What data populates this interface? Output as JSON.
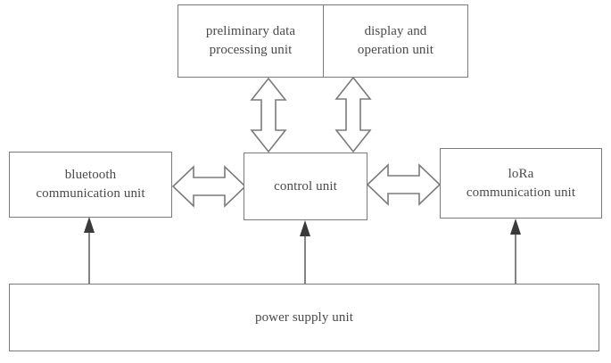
{
  "diagram": {
    "title": "system architecture block diagram",
    "type": "block-diagram",
    "background_color": "#ffffff",
    "stroke_color": "#7b7b7b",
    "text_color": "#4a4a4a",
    "arrow_fill_solid": "#3a3a3a",
    "arrow_fill_hollow": "#ffffff"
  },
  "blocks": {
    "preliminary_data_processing_unit": {
      "label": "preliminary data\nprocessing unit"
    },
    "display_and_operation_unit": {
      "label": "display and\noperation unit"
    },
    "bluetooth_communication_unit": {
      "label": "bluetooth\ncommunication unit"
    },
    "control_unit": {
      "label": "control unit"
    },
    "lora_communication_unit": {
      "label": "loRa\ncommunication unit"
    },
    "power_supply_unit": {
      "label": "power supply unit"
    }
  },
  "connectors": [
    {
      "name": "bluetooth-control-bidirectional-arrow",
      "style": "hollow-double-headed",
      "orientation": "horizontal",
      "from": "bluetooth_communication_unit",
      "to": "control_unit"
    },
    {
      "name": "control-lora-bidirectional-arrow",
      "style": "hollow-double-headed",
      "orientation": "horizontal",
      "from": "control_unit",
      "to": "lora_communication_unit"
    },
    {
      "name": "control-preliminary-bidirectional-arrow",
      "style": "hollow-double-headed",
      "orientation": "vertical",
      "from": "control_unit",
      "to": "preliminary_data_processing_unit"
    },
    {
      "name": "control-display-bidirectional-arrow",
      "style": "hollow-double-headed",
      "orientation": "vertical",
      "from": "control_unit",
      "to": "display_and_operation_unit"
    },
    {
      "name": "power-bluetooth-arrow",
      "style": "solid-single-headed",
      "orientation": "vertical-up",
      "from": "power_supply_unit",
      "to": "bluetooth_communication_unit"
    },
    {
      "name": "power-control-arrow",
      "style": "solid-single-headed",
      "orientation": "vertical-up",
      "from": "power_supply_unit",
      "to": "control_unit"
    },
    {
      "name": "power-lora-arrow",
      "style": "solid-single-headed",
      "orientation": "vertical-up",
      "from": "power_supply_unit",
      "to": "lora_communication_unit"
    }
  ]
}
